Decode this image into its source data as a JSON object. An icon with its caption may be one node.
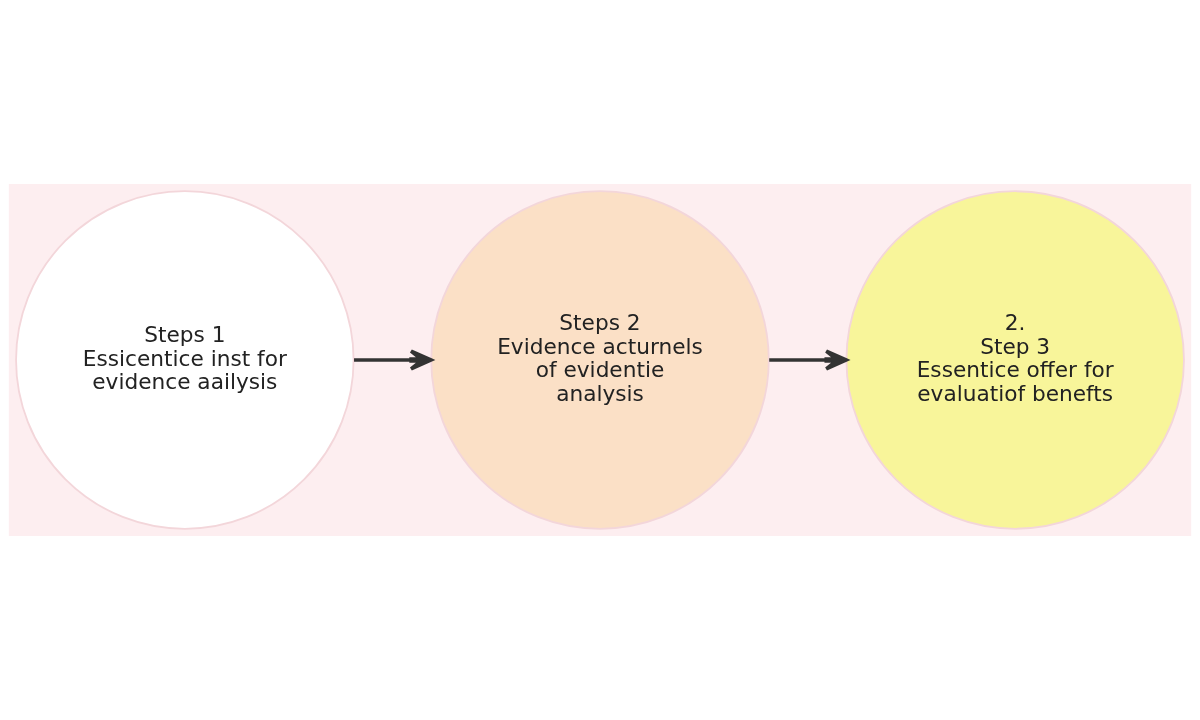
{
  "diagram": {
    "nodes": [
      {
        "text": [
          "Steps 1",
          "Essicentice inst for evidence aailysis"
        ]
      },
      {
        "text": [
          "Steps 2",
          "Evidence acturnels of evidentie analysis"
        ]
      },
      {
        "text": [
          "2.",
          "Step 3",
          "Essentice offer for evaluatiof benefts"
        ]
      }
    ],
    "edges": [
      {
        "from": 0,
        "to": 1,
        "arrow": "to"
      },
      {
        "from": 1,
        "to": 2,
        "arrow": "to"
      }
    ]
  }
}
